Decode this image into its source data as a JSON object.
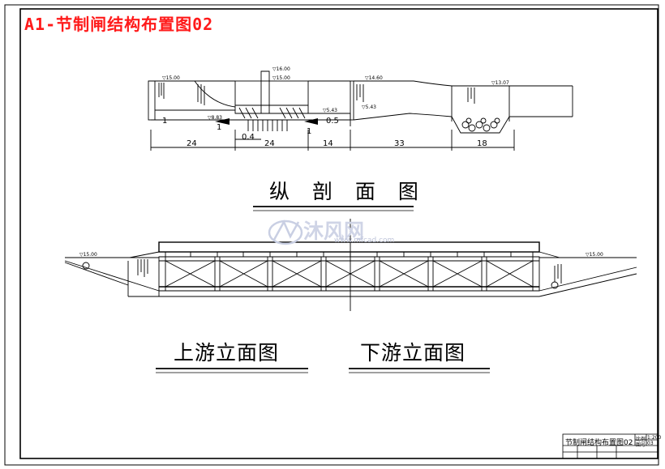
{
  "title": "A1-节制闸结构布置图02",
  "captions": {
    "longitudinal": "纵 剖 面 图",
    "upstream": "上游立面图",
    "downstream": "下游立面图"
  },
  "watermark": {
    "brand": "沐风网",
    "url": "www.mfcad.com"
  },
  "section_dims": [
    "24",
    "24",
    "14",
    "33",
    "18"
  ],
  "section_extra_dims": [
    "1",
    "0.4",
    "1",
    "0.5",
    "1"
  ],
  "water_levels": {
    "up_left": "▽15.00",
    "tower_top": "▽16.00",
    "tower_mid": "▽15.00",
    "mid_1": "▽14.60",
    "right_end": "▽13.07",
    "floor_left": "▽8.83",
    "floor_mid": "▽5.43",
    "floor_right": "▽5.43",
    "elev_left": "▽15.00",
    "elev_right": "▽15.00"
  },
  "title_block": {
    "name": "节制闸结构布置图02",
    "scale_label": "比例",
    "scale_value": "1:200",
    "sheet_label": "图号",
    "sheet_value": "03"
  },
  "colors": {
    "title_red": "#ff1a1a",
    "line": "#000000",
    "watermark": "#cfd4e6"
  }
}
